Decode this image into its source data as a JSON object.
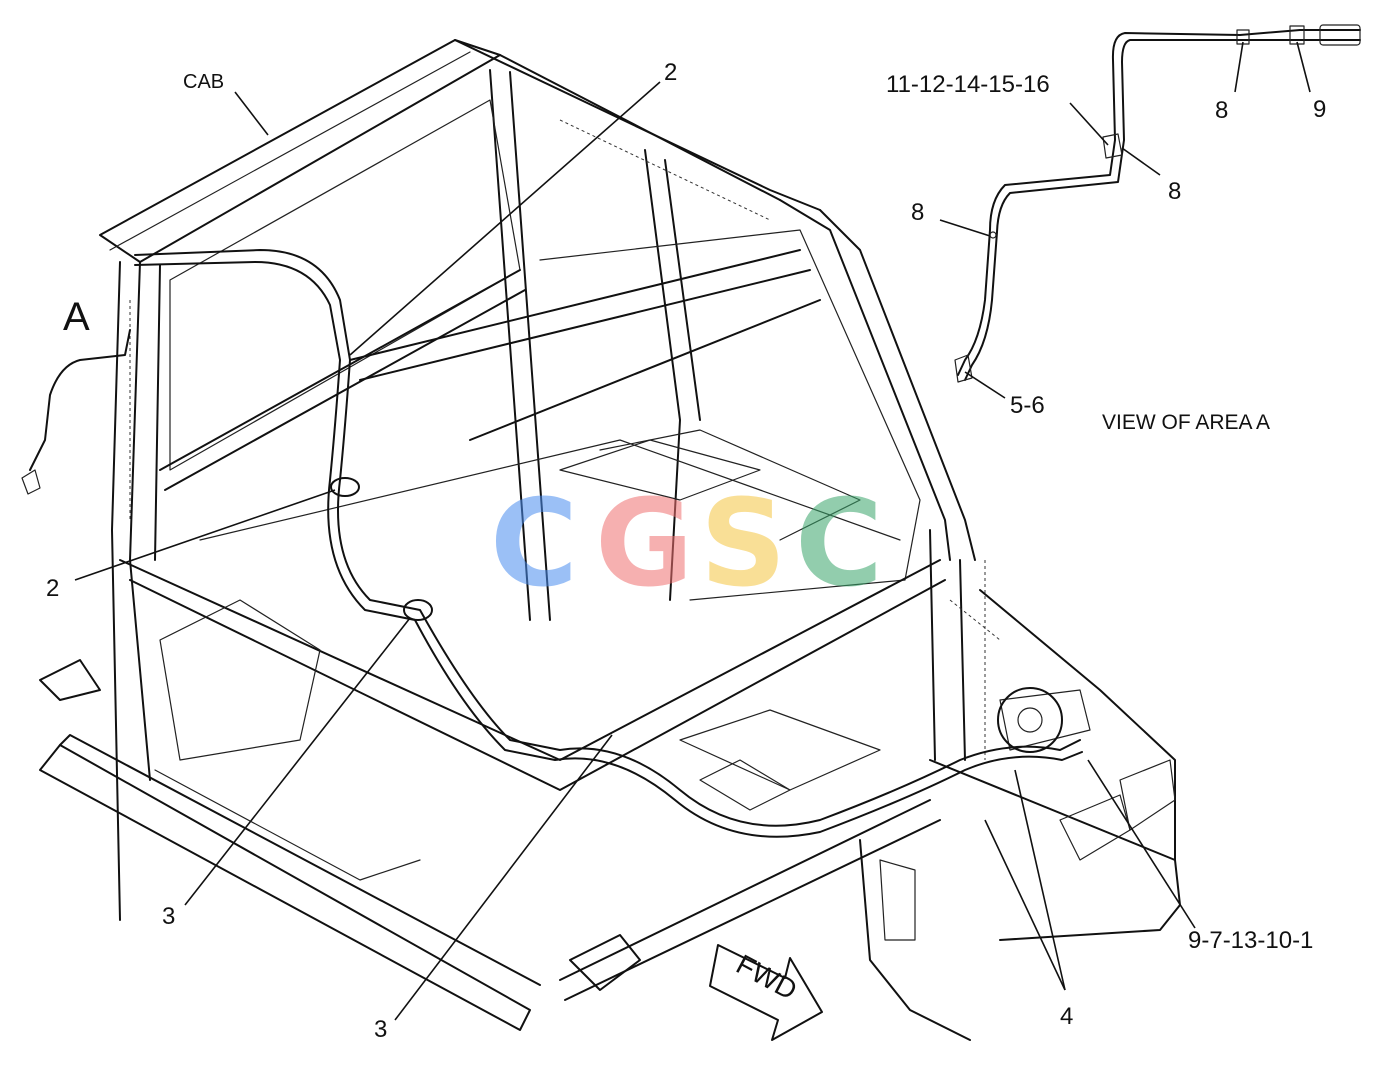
{
  "labels": {
    "cab": "CAB",
    "area_marker": "A",
    "view_title": "VIEW OF AREA A",
    "forward": "FWD",
    "callout_2_top": "2",
    "callout_2_left": "2",
    "callout_3_left": "3",
    "callout_3_bottom": "3",
    "callout_4": "4",
    "callout_9_7_13_10_1": "9-7-13-10-1",
    "callout_11_12_14_15_16": "11-12-14-15-16",
    "callout_8_top": "8",
    "callout_9_top": "9",
    "callout_8_mid": "8",
    "callout_8_left": "8",
    "callout_5_6": "5-6"
  },
  "watermark": {
    "letters": [
      "C",
      "G",
      "S",
      "C"
    ],
    "colors": [
      "#4a8df0",
      "#f07070",
      "#f5c542",
      "#3aa56b"
    ]
  }
}
